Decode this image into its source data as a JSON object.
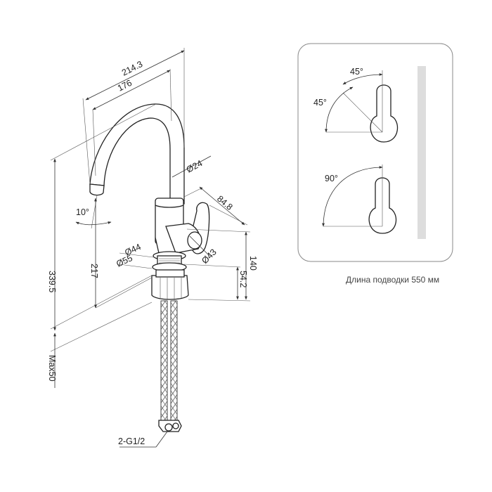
{
  "dimensions": {
    "reach_outer": "214.3",
    "reach_spout": "176",
    "spout_diameter": "Ø24",
    "handle_length": "84.8",
    "spout_angle": "10°",
    "total_height": "339.5",
    "outlet_height": "217",
    "base_diameter_inner": "Ø44",
    "base_diameter_outer": "Ø55",
    "body_diameter": "Ø43",
    "body_height": "140",
    "lower_height": "54.2",
    "max_mount": "Max50",
    "connection": "2-G1/2"
  },
  "rotation_panel": {
    "angle_top_a": "45°",
    "angle_top_b": "45°",
    "angle_bottom": "90°"
  },
  "caption": "Длина подводки 550 мм"
}
